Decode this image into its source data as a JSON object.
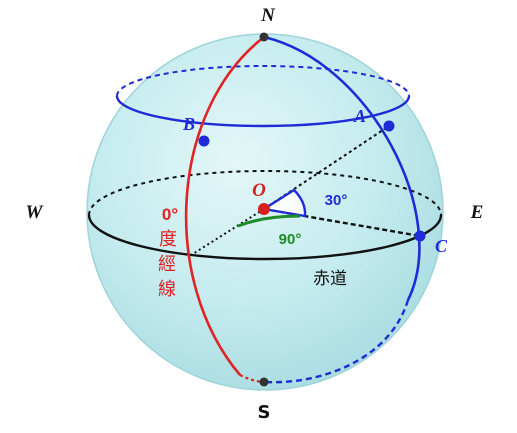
{
  "poles": {
    "north": "N",
    "south": "S"
  },
  "directions": {
    "west": "W",
    "east": "E"
  },
  "points": {
    "center": "O",
    "a": "A",
    "b": "B",
    "c": "C"
  },
  "angles": {
    "latitude": "30°",
    "longitude": "90°"
  },
  "labels": {
    "prime_meridian": [
      "0°",
      "度",
      "經",
      "線"
    ],
    "equator": "赤道"
  },
  "colors": {
    "sphere_fill": "#c6ecef",
    "sphere_edge": "#9ed4da",
    "meridian_red": "#e02323",
    "meridian_blue": "#1f2bd6",
    "equator_black": "#111111",
    "angle_green": "#1e8a2a",
    "label_blue": "#1f2bd6",
    "label_red": "#e02323",
    "center_dot": "#d52020"
  }
}
